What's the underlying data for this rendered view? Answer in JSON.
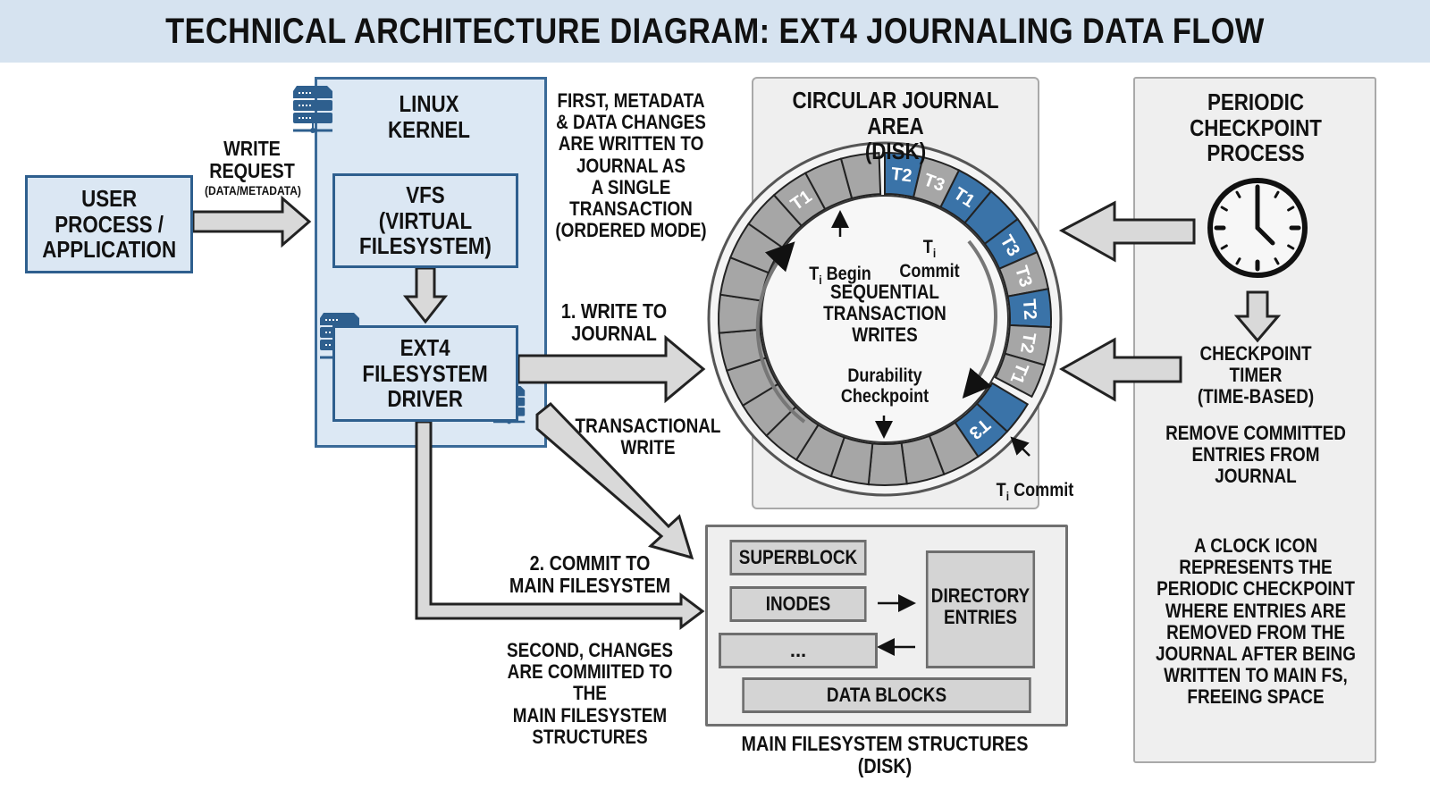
{
  "title": "TECHNICAL ARCHITECTURE DIAGRAM: EXT4 JOURNALING DATA FLOW",
  "colors": {
    "title_bg": "#d6e3f0",
    "blue_box_fill": "#dbe7f3",
    "blue_border": "#2e5f8e",
    "journal_blue": "#3a73a8",
    "journal_grey": "#a6a6a6",
    "arrow_fill": "#d9d9d9",
    "panel_grey": "#efefef"
  },
  "user_process": {
    "label": "USER\nPROCESS /\nAPPLICATION"
  },
  "write_request": {
    "label": "WRITE\nREQUEST",
    "sublabel": "(DATA/METADATA)"
  },
  "kernel": {
    "label": "LINUX KERNEL",
    "vfs": "VFS\n(VIRTUAL\nFILESYSTEM)",
    "driver": "EXT4\nFILESYSTEM\nDRIVER"
  },
  "annotations": {
    "first_note": "FIRST, METADATA\n& DATA CHANGES\nARE WRITTEN TO\nJOURNAL AS\nA SINGLE\nTRANSACTION\n(ORDERED MODE)",
    "write_to_journal": "1. WRITE TO\nJOURNAL",
    "transactional_write": "TRANSACTIONAL\nWRITE",
    "commit_main": "2. COMMIT TO\nMAIN FILESYSTEM",
    "second_note": "SECOND, CHANGES\nARE COMMIITED TO THE\nMAIN FILESYSTEM\nSTRUCTURES"
  },
  "journal": {
    "title": "CIRCULAR JOURNAL AREA\n(DISK)",
    "center_label": "SEQUENTIAL\nTRANSACTION\nWRITES",
    "begin_label": "Begin",
    "commit_label": "Commit",
    "ti_base": "T",
    "ti_sub": "i",
    "durability_label": "Durability\nCheckpoint",
    "outer_commit_label": "Commit",
    "segments": [
      {
        "label": "T2",
        "color": "blue"
      },
      {
        "label": "T3",
        "color": "grey"
      },
      {
        "label": "T1",
        "color": "blue"
      },
      {
        "label": "",
        "color": "blue"
      },
      {
        "label": "T3",
        "color": "blue"
      },
      {
        "label": "T3",
        "color": "grey"
      },
      {
        "label": "T2",
        "color": "blue"
      },
      {
        "label": "T2",
        "color": "grey"
      },
      {
        "label": "T1",
        "color": "grey"
      },
      {
        "label": "",
        "color": "blue"
      },
      {
        "label": "T3",
        "color": "blue"
      },
      {
        "label": "",
        "color": "grey"
      },
      {
        "label": "",
        "color": "grey"
      },
      {
        "label": "",
        "color": "grey"
      },
      {
        "label": "",
        "color": "grey"
      },
      {
        "label": "",
        "color": "grey"
      },
      {
        "label": "",
        "color": "grey"
      },
      {
        "label": "",
        "color": "grey"
      },
      {
        "label": "",
        "color": "grey"
      },
      {
        "label": "",
        "color": "grey"
      },
      {
        "label": "",
        "color": "grey"
      },
      {
        "label": "",
        "color": "grey"
      },
      {
        "label": "",
        "color": "grey"
      },
      {
        "label": "",
        "color": "grey"
      },
      {
        "label": "T1",
        "color": "grey"
      },
      {
        "label": "",
        "color": "grey"
      },
      {
        "label": "",
        "color": "grey"
      }
    ]
  },
  "main_fs": {
    "caption": "MAIN FILESYSTEM STRUCTURES (DISK)",
    "superblock": "SUPERBLOCK",
    "inodes": "INODES",
    "ellipsis": "...",
    "directory": "DIRECTORY\nENTRIES",
    "data_blocks": "DATA BLOCKS"
  },
  "checkpoint": {
    "title": "PERIODIC\nCHECKPOINT\nPROCESS",
    "timer": "CHECKPOINT\nTIMER\n(TIME-BASED)",
    "remove": "REMOVE COMMITTED\nENTRIES FROM\nJOURNAL",
    "note": "A CLOCK ICON\nREPRESENTS THE\nPERIODIC CHECKPOINT\nWHERE ENTRIES ARE\nREMOVED FROM THE\nJOURNAL AFTER BEING\nWRITTEN TO MAIN FS,\nFREEING SPACE"
  }
}
